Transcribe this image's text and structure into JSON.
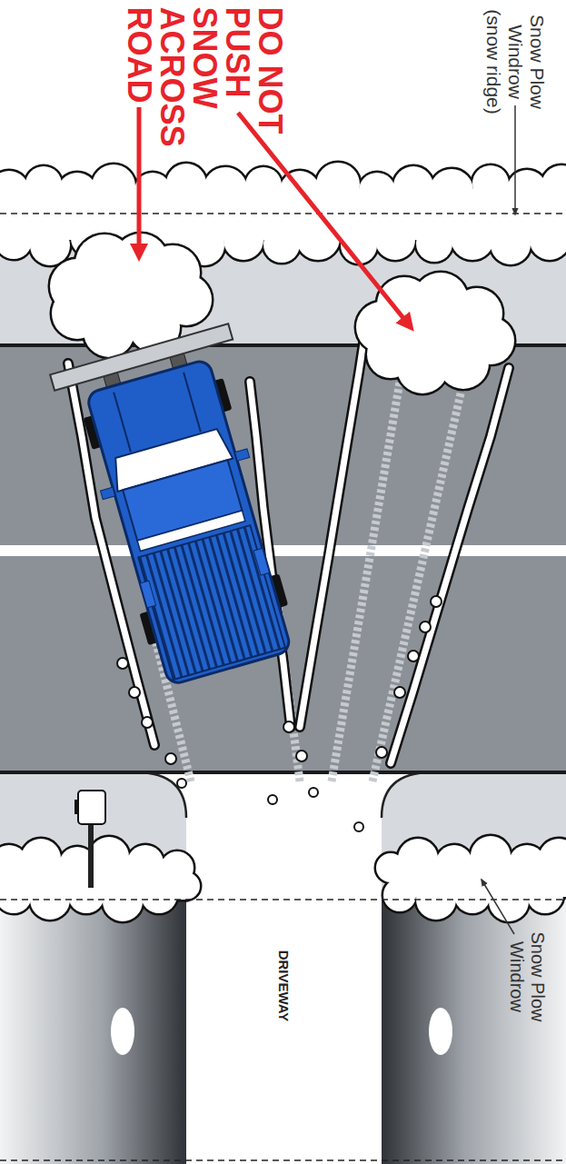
{
  "diagram": {
    "labels": [
      "DO NOT PUSH SNOW ACROSS ROAD",
      "Snow Plow Windrow (snow ridge)",
      "DRIVEWAY",
      "Snow Plow Windrow"
    ]
  }
}
